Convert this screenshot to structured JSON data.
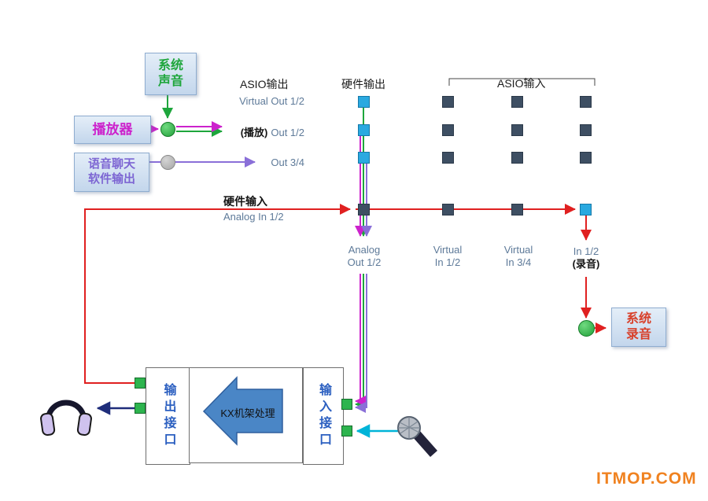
{
  "watermark": {
    "text": "ITMOP.COM",
    "color": "#f08220"
  },
  "source_boxes": {
    "system_sound": {
      "line1": "系统",
      "line2": "声音"
    },
    "player": {
      "label": "播放器"
    },
    "voice_chat": {
      "line1": "语音聊天",
      "line2": "软件输出"
    },
    "system_record": {
      "line1": "系统",
      "line2": "录音"
    }
  },
  "headers": {
    "asio_out": "ASIO输出",
    "hw_out": "硬件输出",
    "asio_in": "ASIO输入"
  },
  "row_labels": {
    "row1": "Virtual Out 1/2",
    "row2_prefix": "(播放)",
    "row2": "Out 1/2",
    "row3": "Out 3/4",
    "hw_in": "硬件输入",
    "row4": "Analog In 1/2"
  },
  "column_labels": {
    "col1_line1": "Analog",
    "col1_line2": "Out 1/2",
    "col2_line1": "Virtual",
    "col2_line2": "In 1/2",
    "col3_line1": "Virtual",
    "col3_line2": "In 3/4",
    "col4_line1": "In 1/2",
    "col4_line2": "(录音)"
  },
  "matrix": {
    "cells": [
      [
        "on",
        "off",
        "off",
        "off"
      ],
      [
        "on",
        "off",
        "off",
        "off"
      ],
      [
        "on",
        "off",
        "off",
        "off"
      ],
      [
        "off",
        "off",
        "off",
        "on"
      ]
    ]
  },
  "rack": {
    "output_port": "输出接口",
    "processor": "KX机架处理",
    "input_port": "输入接口"
  },
  "icons": {
    "left_device": "headphones-icon",
    "right_device": "microphone-icon",
    "processor_shape": "left-arrow-icon"
  },
  "colors": {
    "system_sound_green": "#1ea63c",
    "player_magenta": "#cc22cc",
    "voice_chat_purple": "#7d66d3",
    "record_red": "#e02020",
    "headphone_blue": "#1f2d7a",
    "mic_cyan": "#00b4d8",
    "active_cell_cyan": "#2aa9e0",
    "inactive_cell_slate": "#3e4f63",
    "connector_green": "#2db44e",
    "port_text_blue": "#2b5fc0",
    "watermark_orange": "#f08220"
  }
}
